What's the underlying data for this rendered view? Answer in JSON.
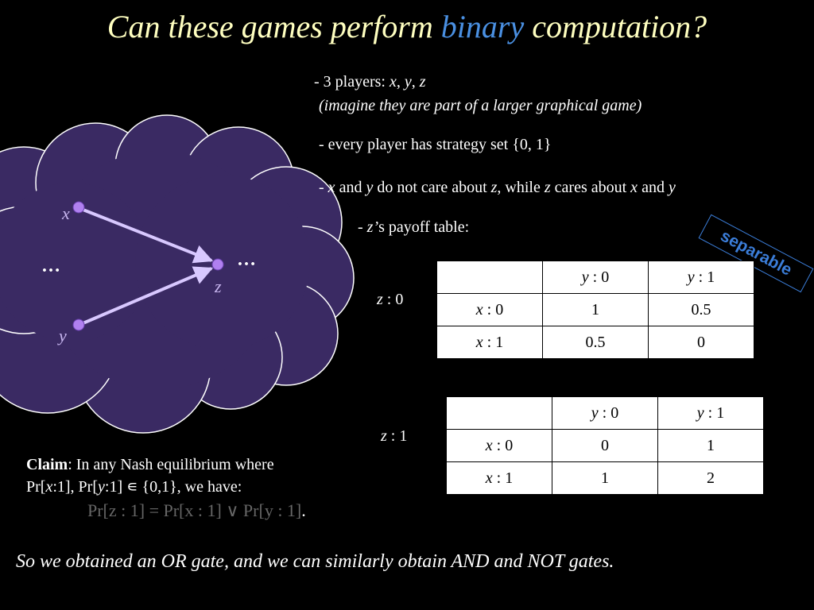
{
  "title": {
    "prefix": "Can these games perform ",
    "highlight": "binary",
    "suffix": " computation?"
  },
  "bullets": {
    "players_prefix": "- 3 players: ",
    "player_x": "x",
    "player_y": "y",
    "player_z": "z",
    "comma1": ", ",
    "comma2": ", ",
    "players_note": "(imagine they are part of a larger graphical game)",
    "strategy": "- every player has strategy set {0, 1}",
    "care_dash": "- ",
    "care_x": "x",
    "care_and1": " and ",
    "care_y": "y",
    "care_mid": " do not care about ",
    "care_z": "z",
    "care_while": ", while ",
    "care_z2": "z",
    "care_cares": " cares about ",
    "care_x2": "x",
    "care_and2": " and ",
    "care_y2": "y",
    "payoff_dash": "- ",
    "payoff_z": "z’",
    "payoff_rest": "s payoff table:"
  },
  "stamp": "separable",
  "graph": {
    "label_x": "x",
    "label_y": "y",
    "label_z": "z",
    "dots_left": "…",
    "dots_right": "…"
  },
  "table_z0": {
    "label_var": "z",
    "label_val": " : 0",
    "header": [
      {
        "var": "",
        "val": ""
      },
      {
        "var": "y",
        "val": " : 0"
      },
      {
        "var": "y",
        "val": " : 1"
      }
    ],
    "rows": [
      {
        "var": "x",
        "val": " : 0",
        "cells": [
          "1",
          "0.5"
        ]
      },
      {
        "var": "x",
        "val": " : 1",
        "cells": [
          "0.5",
          "0"
        ]
      }
    ]
  },
  "table_z1": {
    "label_var": "z",
    "label_val": " : 1",
    "header": [
      {
        "var": "",
        "val": ""
      },
      {
        "var": "y",
        "val": " : 0"
      },
      {
        "var": "y",
        "val": " : 1"
      }
    ],
    "rows": [
      {
        "var": "x",
        "val": " : 0",
        "cells": [
          "0",
          "1"
        ]
      },
      {
        "var": "x",
        "val": " : 1",
        "cells": [
          "1",
          "2"
        ]
      }
    ]
  },
  "claim": {
    "bold": "Claim",
    "line1_rest": ": In any Nash equilibrium where",
    "line2_a": "Pr[",
    "line2_x": "x",
    "line2_b": ":1], Pr[",
    "line2_y": "y",
    "line2_c": ":1] ∊ {0,1}, we have:",
    "formula": "Pr[z : 1] = Pr[x : 1] ∨ Pr[y : 1]",
    "formula_end": "."
  },
  "footer": "So we obtained an OR gate, and we can similarly obtain AND and NOT gates.",
  "colors": {
    "background": "#000000",
    "title": "#ffffc0",
    "title_highlight": "#4a90e2",
    "cloud": "#3a2a63",
    "edge": "#d8c8ff",
    "node": "#b080f0",
    "stamp": "#3b7dd8"
  }
}
